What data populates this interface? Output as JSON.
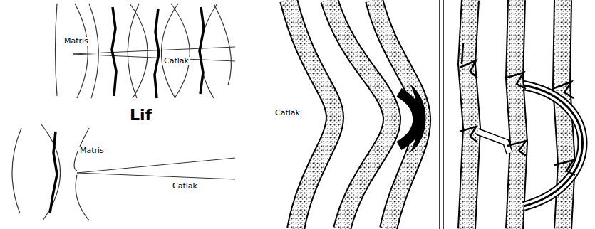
{
  "diagram": {
    "labels": [
      "Matris",
      "Catlak",
      "Lif",
      "Matris",
      "Catlak",
      "Catlak"
    ]
  }
}
